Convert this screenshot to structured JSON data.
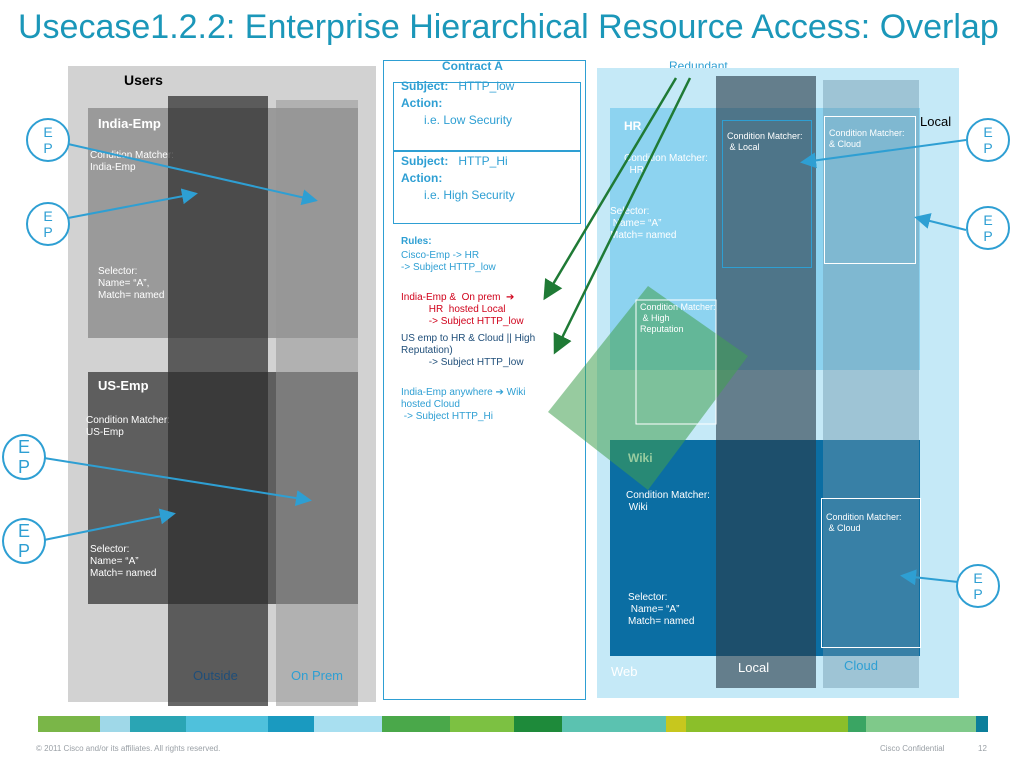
{
  "title": "Usecase1.2.2: Enterprise Hierarchical Resource Access: Overlap",
  "users": {
    "label": "Users",
    "india": {
      "name": "India-Emp",
      "cond": "Condition Matcher:\nIndia-Emp",
      "selector": "Selector:\nName= “A”,\nMatch= named"
    },
    "us": {
      "name": "US-Emp",
      "cond": "Condition Matcher:\nUS-Emp",
      "selector": "Selector:\nName= “A”\nMatch= named"
    },
    "outside": "Outside",
    "onprem": "On Prem"
  },
  "contract": {
    "title": "Contract A",
    "s1": {
      "subject_label": "Subject:",
      "subject_value": " HTTP_low",
      "action_label": "Action:",
      "action_value": "i.e. Low Security"
    },
    "s2": {
      "subject_label": "Subject:",
      "subject_value": " HTTP_Hi",
      "action_label": "Action:",
      "action_value": "i.e. High Security"
    },
    "rules_label": "Rules:",
    "rule1": "Cisco-Emp -> HR\n-> Subject HTTP_low",
    "rule2": "India-Emp &  On prem  ➔\n          HR  hosted Local\n          -> Subject HTTP_low",
    "rule3": "US emp to HR & Cloud || High\nReputation)\n          -> Subject HTTP_low",
    "rule4": "India-Emp anywhere ➔ Wiki\nhosted Cloud\n -> Subject HTTP_Hi"
  },
  "redundant": "Redundant",
  "resources": {
    "hr": {
      "name": "HR",
      "cond": "Condition Matcher:\n  HR",
      "selector": "Selector:\n Name= “A”\nMatch= named"
    },
    "hr_local_cond": "Condition Matcher:\n & Local",
    "hr_cloud_cond": "Condition Matcher:\n& Cloud",
    "hr_high_cond": "Condition Matcher:\n & High\nReputation",
    "local_top": "Local",
    "wiki": {
      "name": "Wiki",
      "cond": "Condition Matcher:\n Wiki",
      "selector": "Selector:\n Name= “A”\nMatch= named"
    },
    "wiki_cloud_cond": "Condition Matcher:\n & Cloud",
    "web": "Web",
    "local_bottom": "Local",
    "cloud": "Cloud"
  },
  "ep_labels": [
    "E\nP",
    "E\nP",
    "E\nP",
    "E\nP",
    "E\nP",
    "E\nP",
    "E\nP"
  ],
  "footer": {
    "left": "© 2011 Cisco and/or its affiliates. All rights reserved.",
    "mid": "Cisco Confidential",
    "page": "12"
  },
  "colors": {
    "title": "#1b97b9",
    "accent_blue": "#2e9fd3",
    "arrow_green": "#1f7a35",
    "rule_red": "#d0021b"
  }
}
